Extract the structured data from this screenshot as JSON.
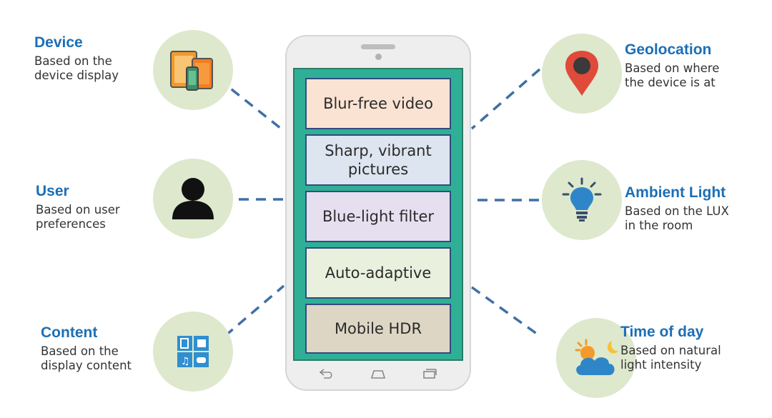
{
  "colors": {
    "accent": "#1c6fb6",
    "circle_bg": "#dde8cd",
    "screen": "#2fb096",
    "box_border": "#334a80",
    "connector": "#3f6fa6"
  },
  "factors": [
    {
      "id": "device",
      "title": "Device",
      "lines": [
        "Based on the",
        "device display"
      ],
      "icon": "devices-icon"
    },
    {
      "id": "user",
      "title": "User",
      "lines": [
        "Based on user",
        "preferences"
      ],
      "icon": "person-icon"
    },
    {
      "id": "content",
      "title": "Content",
      "lines": [
        "Based on the",
        "display content"
      ],
      "icon": "media-content-icon"
    },
    {
      "id": "geolocation",
      "title": "Geolocation",
      "lines": [
        "Based on where",
        "the device is at"
      ],
      "icon": "map-pin-icon"
    },
    {
      "id": "ambient",
      "title": "Ambient Light",
      "lines": [
        "Based on the LUX",
        "in the room"
      ],
      "icon": "lightbulb-icon"
    },
    {
      "id": "time",
      "title": "Time of day",
      "lines": [
        "Based on natural",
        "light intensity"
      ],
      "icon": "sun-cloud-icon"
    }
  ],
  "features": [
    {
      "label": "Blur-free video",
      "bg": "#fbe3d3"
    },
    {
      "label": "Sharp, vibrant pictures",
      "bg": "#dde5f0"
    },
    {
      "label": "Blue-light filter",
      "bg": "#e6dff0"
    },
    {
      "label": "Auto-adaptive",
      "bg": "#eaf0de"
    },
    {
      "label": "Mobile HDR",
      "bg": "#ddd6c4"
    }
  ],
  "phone": {
    "nav_icons": [
      "back-icon",
      "home-icon",
      "recents-icon"
    ]
  }
}
